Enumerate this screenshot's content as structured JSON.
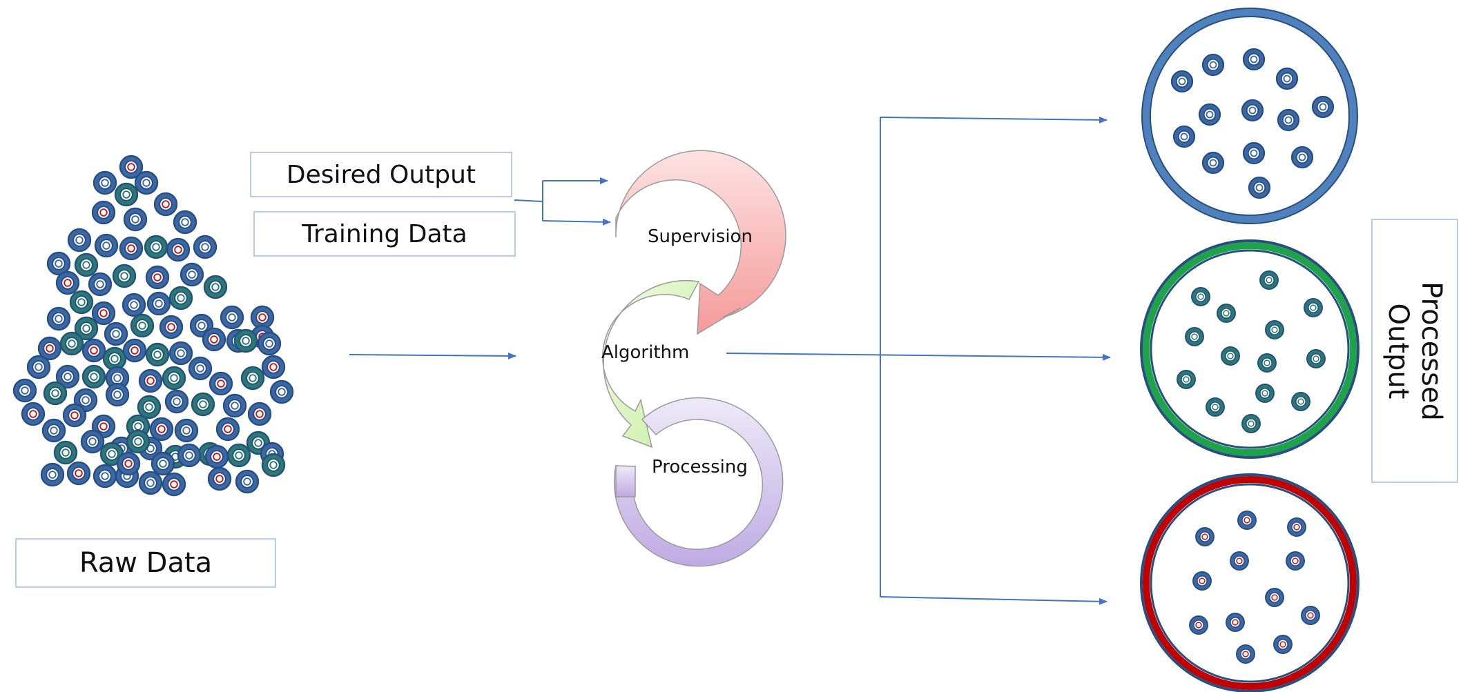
{
  "labels": {
    "desired_output": "Desired Output",
    "training_data": "Training Data",
    "raw_data": "Raw Data",
    "processed_output": "Processed\nOutput"
  },
  "cycle": {
    "supervision": "Supervision",
    "algorithm": "Algorithm",
    "processing": "Processing"
  },
  "colors": {
    "arrow": "#4472c4",
    "box_border": "#b8cce4",
    "ring_blue": "#3b67a6",
    "ring_dark": "#264f80",
    "ring_teal": "#2a7a74",
    "ring_red": "#c01818",
    "circle_fill_blue": "#4f81bd",
    "circle_green": "#1ea34a",
    "circle_red": "#c00000",
    "supervision_arrow": "#f5a8a8",
    "algorithm_arrow": "#c9f0a5",
    "processing_arrow": "#c6b6e6"
  }
}
